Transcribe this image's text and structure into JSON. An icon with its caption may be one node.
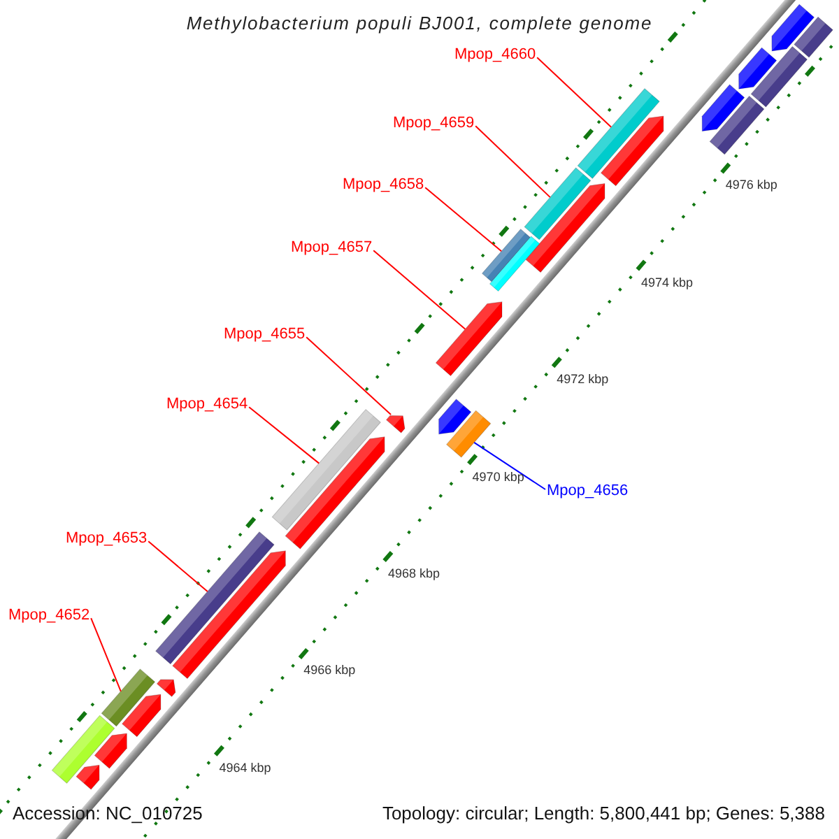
{
  "diagram": {
    "title": "Methylobacterium populi BJ001, complete genome",
    "nodes": [
      {
        "text": [
          "Mpop_4660"
        ]
      },
      {
        "text": [
          "Mpop_4659"
        ]
      },
      {
        "text": [
          "Mpop_4658"
        ]
      },
      {
        "text": [
          "Mpop_4657"
        ]
      },
      {
        "text": [
          "Mpop_4655"
        ]
      },
      {
        "text": [
          "Mpop_4654"
        ]
      },
      {
        "text": [
          "Mpop_4656"
        ]
      },
      {
        "text": [
          "Mpop_4653"
        ]
      },
      {
        "text": [
          "Mpop_4652"
        ]
      },
      {
        "text": [],
        "shape": "bar"
      },
      {
        "text": [],
        "shape": "bar"
      },
      {
        "text": [],
        "shape": "bar"
      },
      {
        "text": [],
        "shape": "bar"
      },
      {
        "text": [],
        "shape": "bar"
      },
      {
        "text": [],
        "shape": "bar"
      },
      {
        "text": [],
        "shape": "bar"
      },
      {
        "text": [],
        "shape": "bar"
      },
      {
        "text": [],
        "shape": "bar"
      },
      {
        "text": [],
        "shape": "bar"
      },
      {
        "text": [],
        "shape": "bar"
      },
      {
        "text": [],
        "shape": "bar"
      },
      {
        "text": [],
        "shape": "bar"
      },
      {
        "text": [],
        "shape": "bar"
      },
      {
        "text": [],
        "shape": "bar"
      },
      {
        "text": [],
        "shape": "bar"
      },
      {
        "text": [],
        "shape": "bar"
      },
      {
        "text": [],
        "shape": "bar"
      },
      {
        "text": [],
        "shape": "bar"
      },
      {
        "text": [],
        "shape": "bar"
      },
      {
        "text": [],
        "shape": "bar"
      },
      {
        "text": [],
        "shape": "bar"
      },
      {
        "text": [],
        "shape": "bar"
      },
      {
        "text": [],
        "shape": "bar"
      },
      {
        "text": [],
        "shape": "bar"
      },
      {
        "text": [],
        "shape": "bar"
      }
    ],
    "edges": [
      {
        "from": 0,
        "to": 14,
        "arrow": "none"
      },
      {
        "from": 1,
        "to": 17,
        "arrow": "none"
      },
      {
        "from": 2,
        "to": 19,
        "arrow": "none"
      },
      {
        "from": 3,
        "to": 21,
        "arrow": "none"
      },
      {
        "from": 4,
        "to": 23,
        "arrow": "none"
      },
      {
        "from": 5,
        "to": 24,
        "arrow": "none"
      },
      {
        "from": 6,
        "to": 25,
        "arrow": "none",
        "color": "#0000ff"
      },
      {
        "from": 7,
        "to": 27,
        "arrow": "none"
      },
      {
        "from": 8,
        "to": 29,
        "arrow": "none"
      }
    ],
    "labels": [
      "4976 kbp",
      "4974 kbp",
      "4972 kbp",
      "4970 kbp",
      "4968 kbp",
      "4966 kbp",
      "4964 kbp",
      "Accession: NC_010725",
      "Topology: circular; Length: 5,800,441 bp; Genes: 5,388"
    ]
  }
}
